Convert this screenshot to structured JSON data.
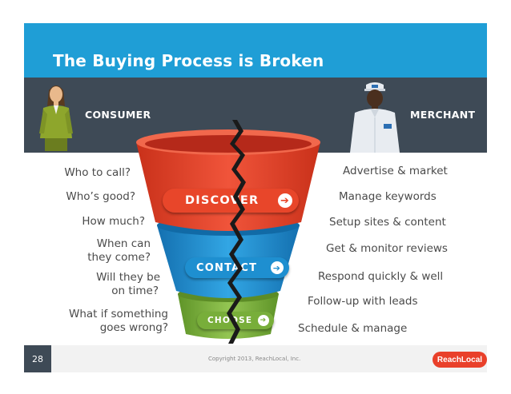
{
  "slide": {
    "title": "The Buying Process is Broken",
    "consumer_label": "CONSUMER",
    "merchant_label": "MERCHANT",
    "page_number": "28",
    "copyright": "Copyright 2013, ReachLocal, Inc.",
    "logo_text": "ReachLocal"
  },
  "funnel": {
    "stages": [
      {
        "label": "DISCOVER",
        "color": "#e8462a"
      },
      {
        "label": "CONTACT",
        "color": "#1e8fd0"
      },
      {
        "label": "CHOOSE",
        "color": "#7ab33e"
      }
    ]
  },
  "consumer_questions": [
    "Who to call?",
    "Who’s good?",
    "How much?",
    "When can",
    "they come?",
    "Will they be",
    "on time?",
    "What if something",
    "goes wrong?"
  ],
  "merchant_tasks": [
    "Advertise & market",
    "Manage keywords",
    "Setup sites & content",
    "Get & monitor reviews",
    "Respond quickly & well",
    "Follow-up with leads",
    "Schedule & manage"
  ],
  "colors": {
    "title_bar": "#1f9ed6",
    "band": "#3e4a56",
    "text": "#4a4a4a",
    "brand": "#e9402a"
  },
  "icons": {
    "consumer": "woman-figure-icon",
    "merchant": "worker-figure-icon",
    "arrow": "arrow-right-icon",
    "crack": "crack-icon"
  }
}
